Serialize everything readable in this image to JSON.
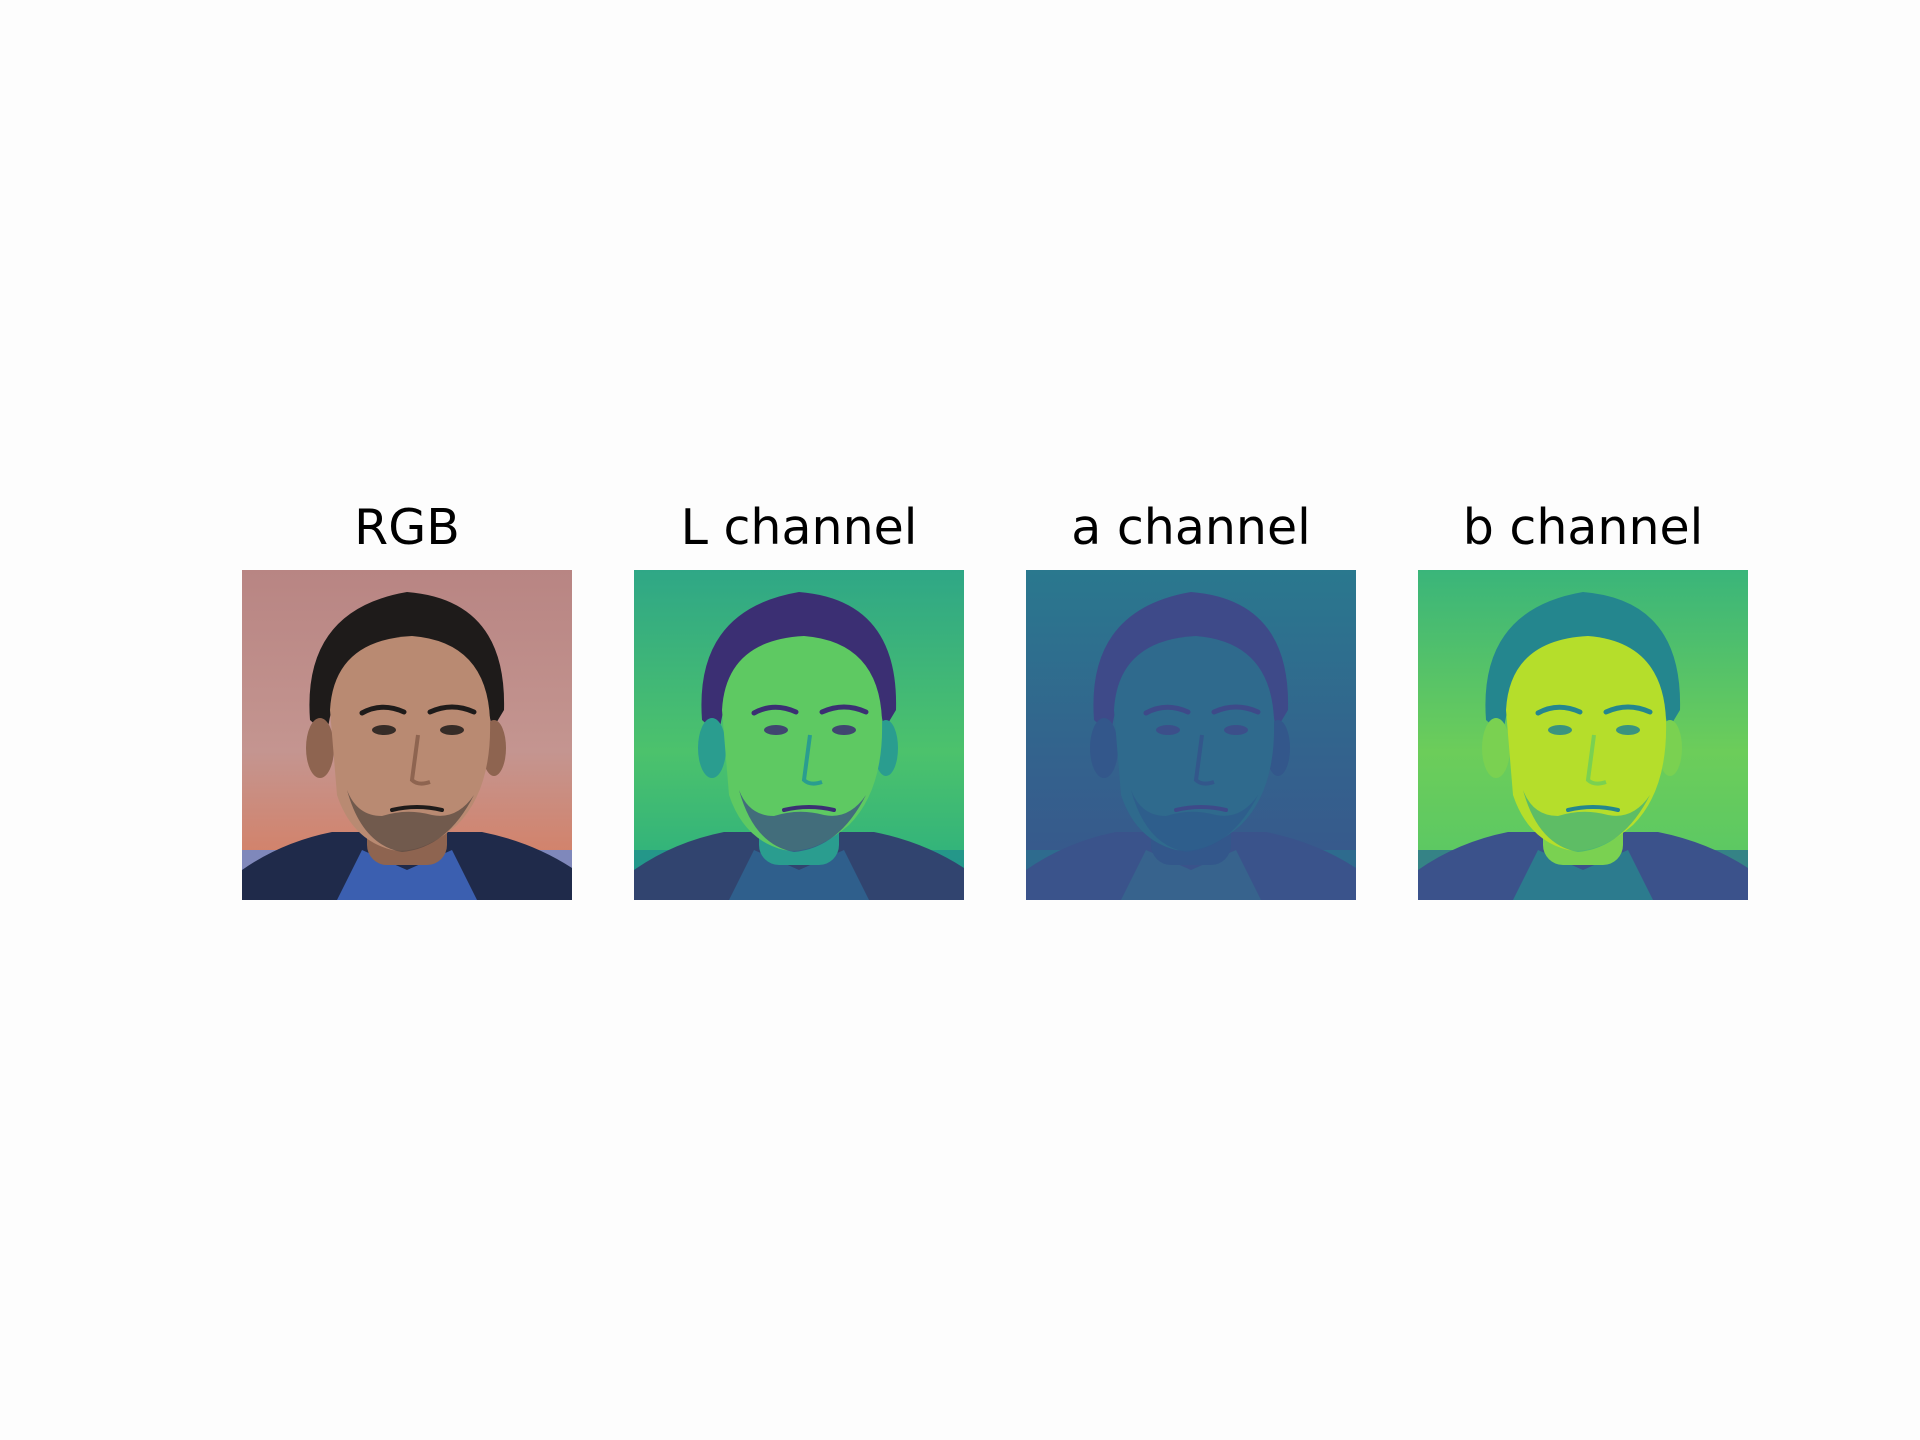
{
  "panels": [
    {
      "title": "RGB",
      "colormap": "natural",
      "colors": {
        "bg_top": "#b88583",
        "bg_mid": "#c49590",
        "bg_low": "#d97a5a",
        "band": "#6a8ad0",
        "skin": "#b98a72",
        "skin_shadow": "#8e6450",
        "hair": "#1e1b1a",
        "jacket": "#1f2a4a",
        "collar": "#3b5fb0",
        "beard": "#5a4a42"
      }
    },
    {
      "title": "L channel",
      "colormap": "viridis",
      "colors": {
        "bg_top": "#2fa786",
        "bg_mid": "#4cc26c",
        "bg_low": "#27ad81",
        "band": "#21908d",
        "skin": "#5ec962",
        "skin_shadow": "#2a9d8f",
        "hair": "#3b2f73",
        "jacket": "#31446f",
        "collar": "#2f5f8c",
        "beard": "#3a4e84"
      }
    },
    {
      "title": "a channel",
      "colormap": "viridis",
      "colors": {
        "bg_top": "#2a788e",
        "bg_mid": "#33638d",
        "bg_low": "#39558c",
        "band": "#2c6f8e",
        "skin": "#2f6a8d",
        "skin_shadow": "#33578b",
        "hair": "#3e4a89",
        "jacket": "#3a538b",
        "collar": "#37638d",
        "beard": "#2f5b8c"
      }
    },
    {
      "title": "b channel",
      "colormap": "viridis",
      "colors": {
        "bg_top": "#3ab57a",
        "bg_mid": "#6ccd5a",
        "bg_low": "#55c667",
        "band": "#2c728e",
        "skin": "#b5de2b",
        "skin_shadow": "#7ad151",
        "hair": "#24868e",
        "jacket": "#3b528b",
        "collar": "#2c7b8e",
        "beard": "#42b27a"
      }
    }
  ]
}
